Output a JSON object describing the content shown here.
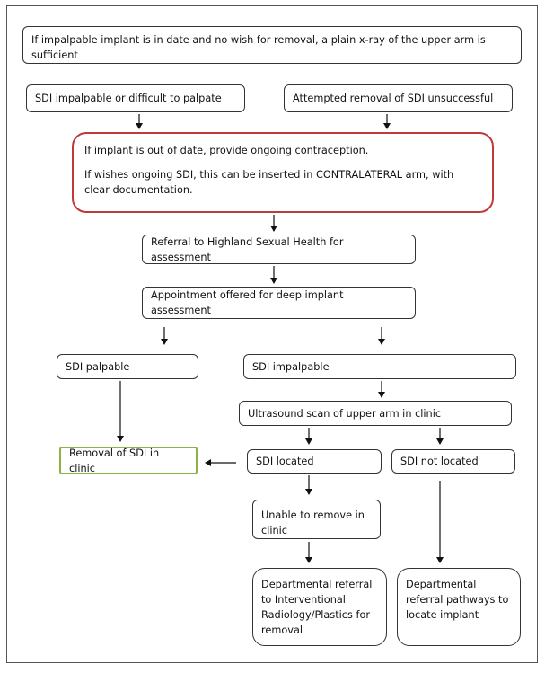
{
  "top_note": "If impalpable implant is in date and no wish for removal, a plain x-ray of the upper arm is sufficient",
  "sdi_impalpable_difficult": "SDI impalpable or difficult to palpate",
  "attempted_removal": "Attempted removal of SDI unsuccessful",
  "warning": {
    "line1": "If implant is out of date, provide ongoing contraception.",
    "line2": "If wishes ongoing SDI, this can be inserted in CONTRALATERAL arm, with clear documentation."
  },
  "referral": "Referral to Highland Sexual Health for assessment",
  "appointment": "Appointment offered for deep implant assessment",
  "sdi_palpable": "SDI palpable",
  "sdi_impalpable": "SDI impalpable",
  "ultrasound": "Ultrasound scan of upper arm in clinic",
  "removal_in_clinic": "Removal of SDI in clinic",
  "sdi_located": "SDI located",
  "sdi_not_located": "SDI not located",
  "unable_to_remove": "Unable to remove in clinic",
  "radiology_referral": "Departmental referral to Interventional Radiology/Plastics for removal",
  "referral_pathways": "Departmental referral pathways to locate implant"
}
